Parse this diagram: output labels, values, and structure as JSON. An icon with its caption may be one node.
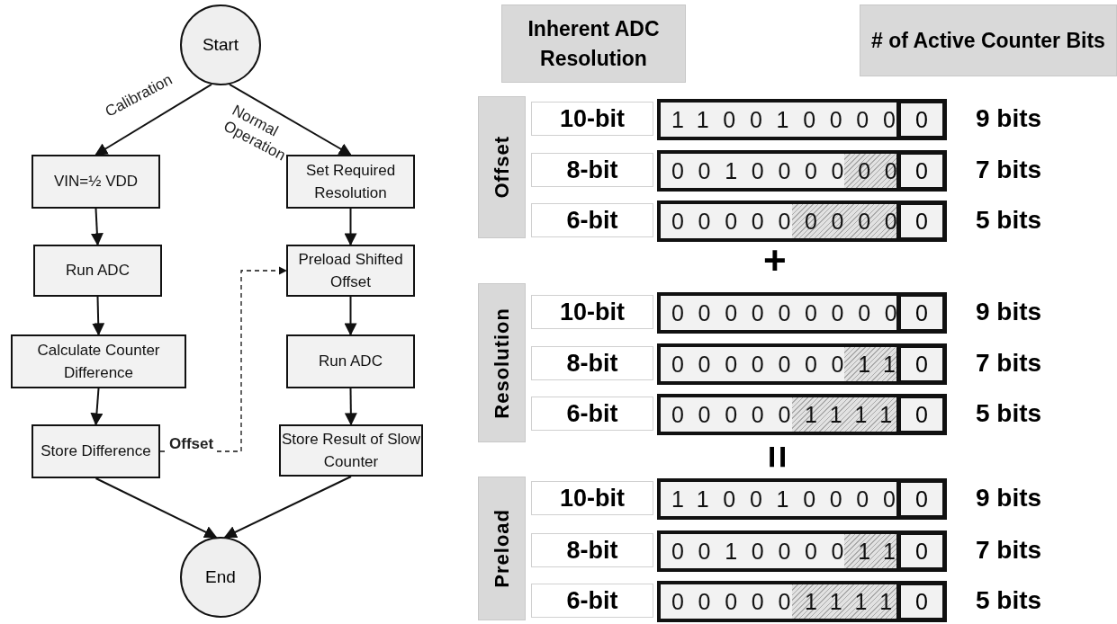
{
  "diagram": {
    "nodes": [
      {
        "text": [
          "Start"
        ]
      },
      {
        "text": [
          "VIN=½ VDD"
        ]
      },
      {
        "text": [
          "Run ADC"
        ]
      },
      {
        "text": [
          "Calculate Counter Difference"
        ]
      },
      {
        "text": [
          "Store Difference"
        ]
      },
      {
        "text": [
          "Set Required Resolution"
        ]
      },
      {
        "text": [
          "Preload Shifted Offset"
        ]
      },
      {
        "text": [
          "Run ADC"
        ]
      },
      {
        "text": [
          "Store Result of Slow Counter"
        ]
      },
      {
        "text": [
          "End"
        ]
      },
      {
        "text": [
          "Inherent ADC Resolution"
        ]
      },
      {
        "text": [
          "# of Active Counter Bits"
        ]
      },
      {
        "text": [
          "Offset"
        ]
      },
      {
        "text": [
          "10-bit"
        ]
      },
      {
        "text": [
          "110010000"
        ]
      },
      {
        "text": [
          "0"
        ],
        "beside": [
          "9 bits"
        ]
      },
      {
        "text": [
          "8-bit"
        ]
      },
      {
        "text": [
          "001000000"
        ]
      },
      {
        "text": [
          "0"
        ],
        "beside": [
          "7 bits"
        ]
      },
      {
        "text": [
          "6-bit"
        ]
      },
      {
        "text": [
          "000000000"
        ]
      },
      {
        "text": [
          "0"
        ],
        "beside": [
          "5 bits"
        ]
      },
      {
        "text": [
          "Resolution"
        ]
      },
      {
        "text": [
          "10-bit"
        ]
      },
      {
        "text": [
          "000000000"
        ]
      },
      {
        "text": [
          "0"
        ],
        "beside": [
          "9 bits"
        ]
      },
      {
        "text": [
          "8-bit"
        ]
      },
      {
        "text": [
          "000000011"
        ]
      },
      {
        "text": [
          "0"
        ],
        "beside": [
          "7 bits"
        ]
      },
      {
        "text": [
          "6-bit"
        ]
      },
      {
        "text": [
          "000001111"
        ]
      },
      {
        "text": [
          "0"
        ],
        "beside": [
          "5 bits"
        ]
      },
      {
        "text": [
          "Preload"
        ]
      },
      {
        "text": [
          "10-bit"
        ]
      },
      {
        "text": [
          "110010000"
        ]
      },
      {
        "text": [
          "0"
        ],
        "beside": [
          "9 bits"
        ]
      },
      {
        "text": [
          "8-bit"
        ]
      },
      {
        "text": [
          "001000011"
        ]
      },
      {
        "text": [
          "0"
        ],
        "beside": [
          "7 bits"
        ]
      },
      {
        "text": [
          "6-bit"
        ]
      },
      {
        "text": [
          "000001111"
        ]
      },
      {
        "text": [
          "0"
        ],
        "beside": [
          "5 bits"
        ]
      }
    ],
    "edges": [
      {
        "from": 0,
        "to": 1,
        "arrow": "to",
        "label": "Calibration"
      },
      {
        "from": 0,
        "to": 5,
        "arrow": "to",
        "label": "Normal Operation"
      },
      {
        "from": 1,
        "to": 2,
        "arrow": "to"
      },
      {
        "from": 2,
        "to": 3,
        "arrow": "to"
      },
      {
        "from": 3,
        "to": 4,
        "arrow": "to"
      },
      {
        "from": 4,
        "to": 6,
        "arrow": "to",
        "label": "Offset",
        "style": "dashed"
      },
      {
        "from": 5,
        "to": 6,
        "arrow": "to"
      },
      {
        "from": 6,
        "to": 7,
        "arrow": "to"
      },
      {
        "from": 7,
        "to": 8,
        "arrow": "to"
      },
      {
        "from": 4,
        "to": 9,
        "arrow": "to"
      },
      {
        "from": 8,
        "to": 9,
        "arrow": "to"
      }
    ],
    "labels": [
      "+",
      "="
    ]
  }
}
